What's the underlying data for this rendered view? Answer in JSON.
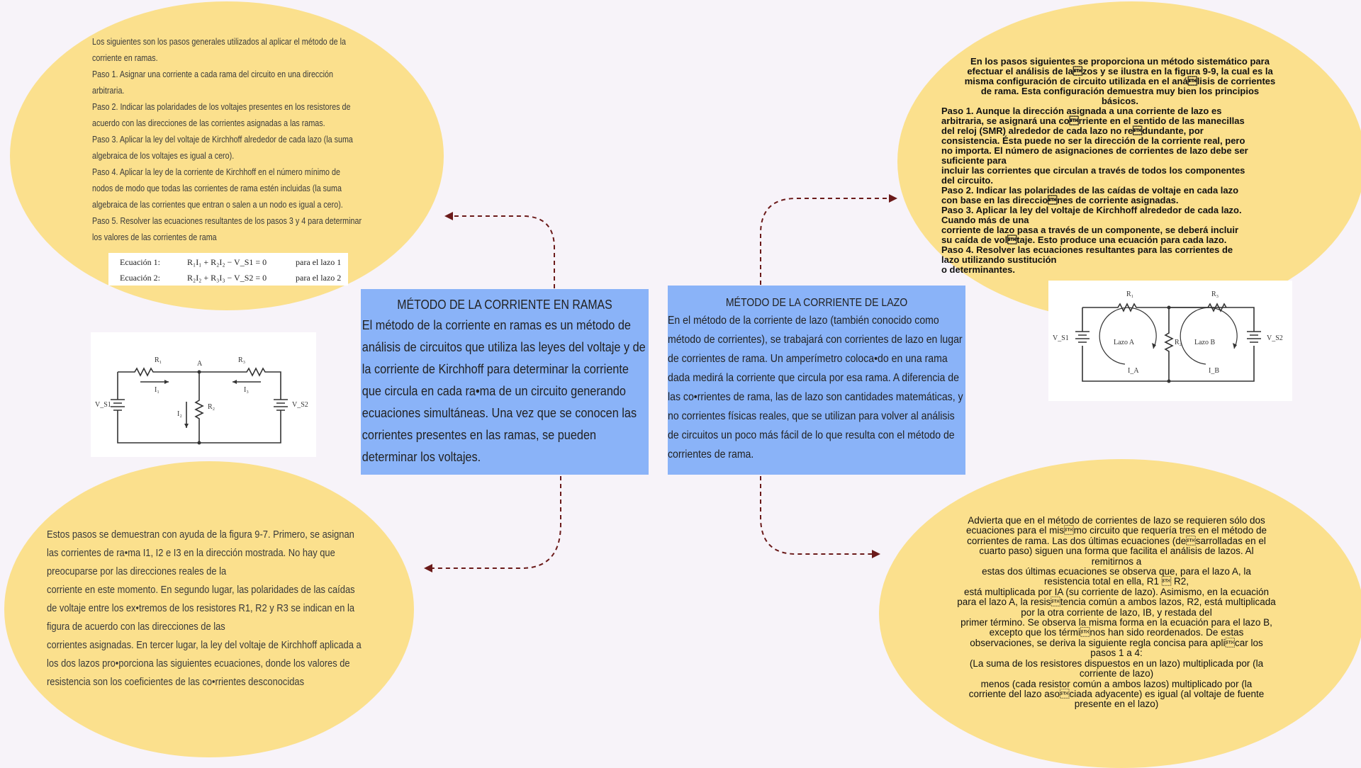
{
  "top_left": {
    "lines": [
      "Los siguientes son los pasos generales utilizados al aplicar el método de la",
      "corriente en ramas.",
      "Paso 1. Asignar una corriente a cada rama del circuito en una dirección",
      "arbitraria.",
      "Paso 2. Indicar las polaridades de los voltajes presentes en los resistores de",
      "acuerdo con las direcciones de las corrientes asignadas a las ramas.",
      "Paso 3. Aplicar la ley del voltaje de Kirchhoff alrededor de cada lazo (la suma",
      "algebraica de los voltajes es igual a cero).",
      "Paso 4. Aplicar la ley de la corriente de Kirchhoff en el número mínimo de",
      "nodos de modo que todas las corrientes de rama estén incluidas (la suma",
      "algebraica de las corrientes que entran o salen a un nodo es igual a cero).",
      "Paso 5. Resolver las ecuaciones resultantes de los pasos 3 y 4 para determinar",
      "los valores de las corrientes de rama"
    ],
    "equations": [
      {
        "label": "Ecuación 1:",
        "expr": "R₁I₁ + R₂I₂ − V_S1 = 0",
        "note": "para el lazo 1"
      },
      {
        "label": "Ecuación 2:",
        "expr": "R₂I₂ + R₃I₃ − V_S2 = 0",
        "note": "para el lazo 2"
      }
    ]
  },
  "center_left": {
    "title": "MÉTODO DE LA CORRIENTE EN RAMAS",
    "body": "El método de la corriente en ramas es un método de análisis de circuitos que utiliza las leyes del voltaje y de la corriente de Kirchhoff para determinar la corriente que circula en cada ra•ma de un circuito generando ecuaciones simultáneas. Una vez que se conocen las corrientes presentes en las ramas, se pueden determinar los voltajes."
  },
  "center_right": {
    "title": "MÉTODO DE LA CORRIENTE DE LAZO",
    "body": "En el método de la corriente de lazo (también conocido como método de corrientes), se trabajará con corrientes de lazo en lugar de corrientes de rama. Un amperímetro coloca•do en una rama dada medirá la corriente que circula por esa rama. A diferencia de las co•rrientes de rama, las de lazo son cantidades matemáticas, y no corrientes físicas reales, que se utilizan para volver al análisis de circuitos un poco más fácil de lo que resulta con el método de corrientes de rama."
  },
  "bottom_left": {
    "lines": [
      "Estos pasos se demuestran con ayuda de la figura 9-7. Primero, se asignan",
      "las corrientes de ra•ma I1, I2 e I3 en la dirección mostrada. No hay que",
      "preocuparse por las direcciones reales de la",
      "corriente en este momento. En segundo lugar, las polaridades de las caídas",
      "de voltaje entre los ex•tremos de los resistores R1, R2 y R3 se indican en la",
      "figura de acuerdo con las direcciones de las",
      "corrientes asignadas. En tercer lugar, la ley del voltaje de Kirchhoff aplicada a",
      "los dos lazos pro•porciona las siguientes ecuaciones, donde los valores de",
      "resistencia son los coeficientes de las co•rrientes desconocidas"
    ]
  },
  "top_right": {
    "intro_lines": [
      "En los pasos siguientes se proporciona un método sistemático para",
      "efectuar el análisis de la\u0002zos y se ilustra en la figura 9-9, la cual es la",
      "misma configuración de circuito utilizada en el aná\u0002lisis de corrientes",
      "de rama. Esta configuración demuestra muy bien los principios",
      "básicos."
    ],
    "step_lines": [
      "Paso 1. Aunque la dirección asignada a una corriente de lazo es",
      "arbitraria, se asignará una co\u0002rriente en el sentido de las manecillas",
      "del reloj (SMR) alrededor de cada lazo no re\u0002dundante, por",
      "consistencia. Ésta puede no ser la dirección de la corriente real, pero",
      "no importa. El número de asignaciones de corrientes de lazo debe ser",
      "suficiente para",
      "incluir las corrientes que circulan a través de todos los componentes",
      "del circuito.",
      "Paso 2. Indicar las polaridades de las caídas de voltaje en cada lazo",
      "con base en las direccio\u0002nes de corriente asignadas.",
      "Paso 3. Aplicar la ley del voltaje de Kirchhoff alrededor de cada lazo.",
      "Cuando más de una",
      "corriente de lazo pasa a través de un componente, se deberá incluir",
      "su caída de vol\u0002taje. Esto produce una ecuación para cada lazo.",
      "Paso 4. Resolver las ecuaciones resultantes para las corrientes de",
      "lazo utilizando sustitución",
      "o determinantes."
    ]
  },
  "bottom_right": {
    "lines": [
      "Advierta que en el método de corrientes de lazo se requieren sólo dos",
      "ecuaciones para el mis\u0002mo circuito que requería tres en el método de",
      "corrientes de rama. Las dos últimas ecuaciones (de\u0002sarrolladas en el",
      "cuarto paso) siguen una forma que facilita el análisis de lazos. Al",
      "remitirnos a",
      "estas dos últimas ecuaciones se observa que, para el lazo A, la",
      "resistencia total en ella, R1 \u0002 R2,",
      "está multiplicada por IA (su corriente de lazo). Asimismo, en la ecuación",
      "para el lazo A, la resis\u0002tencia común a ambos lazos, R2, está multiplicada",
      "por la otra corriente de lazo, IB, y restada del",
      "primer término. Se observa la misma forma en la ecuación para el lazo B,",
      "excepto que los térmi\u0002nos han sido reordenados. De estas",
      "observaciones, se deriva la siguiente regla concisa para apli\u0002car los",
      "pasos 1 a 4:",
      "(La suma de los resistores dispuestos en un lazo) multiplicada por (la",
      "corriente de lazo)",
      "menos (cada resistor común a ambos lazos) multiplicado por (la",
      "corriente del lazo aso\u0002ciada adyacente) es igual (al voltaje de fuente",
      "presente en el lazo)"
    ]
  },
  "circuit_branch": {
    "labels": [
      "R₁",
      "A",
      "R₃",
      "I₁",
      "I₃",
      "I₂",
      "R₂",
      "V_S1",
      "V_S2"
    ]
  },
  "circuit_mesh": {
    "labels": [
      "R₁",
      "R₃",
      "Lazo A",
      "Lazo B",
      "I_A",
      "I_B",
      "R₂",
      "V_S1",
      "V_S2"
    ]
  },
  "colors": {
    "background": "#f7f3f9",
    "ellipse": "#fbe08d",
    "box": "#8ab3f8",
    "arrow": "#6b1a1a"
  }
}
